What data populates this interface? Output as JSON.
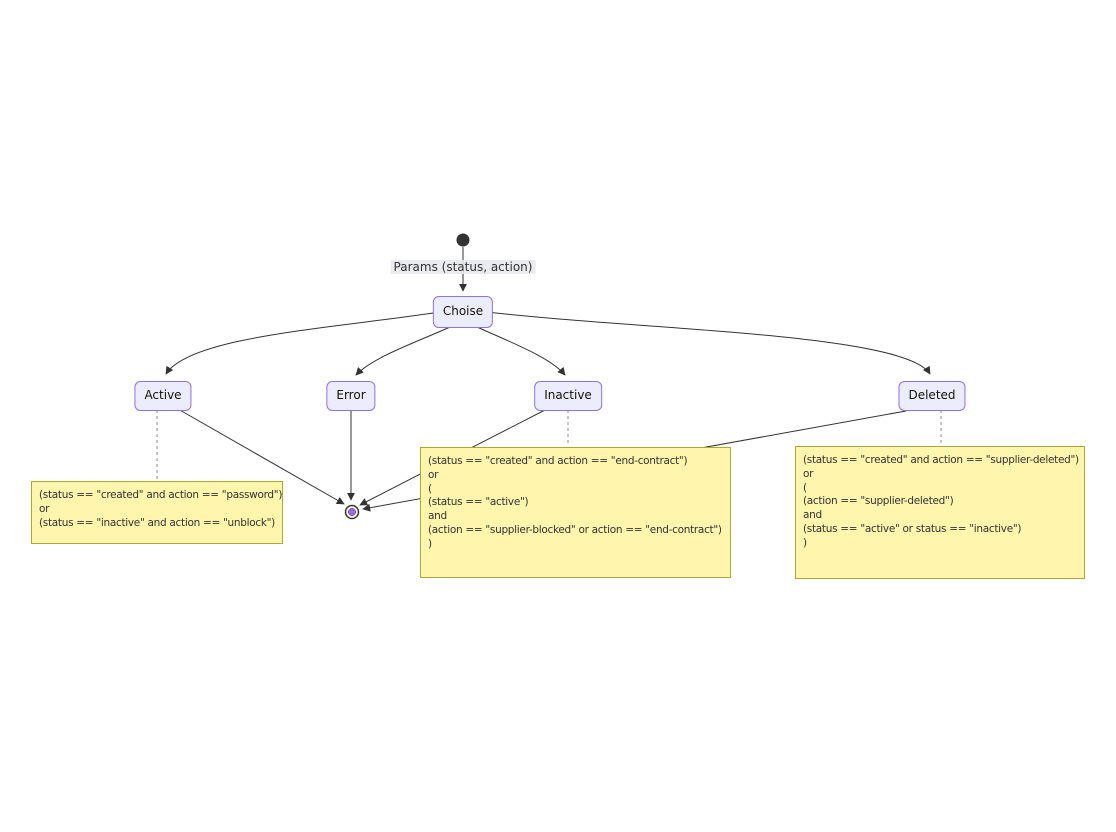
{
  "diagram": {
    "type": "state-diagram",
    "edge_label": "Params (status, action)",
    "nodes": {
      "choise": "Choise",
      "active": "Active",
      "error": "Error",
      "inactive": "Inactive",
      "deleted": "Deleted"
    },
    "notes": {
      "active": [
        "(status == \"created\" and action == \"password\")",
        "or",
        "(status == \"inactive\" and action == \"unblock\")"
      ],
      "inactive": [
        "(status == \"created\" and action == \"end-contract\")",
        "or",
        "(",
        "(status == \"active\")",
        "and",
        "(action == \"supplier-blocked\" or action == \"end-contract\")",
        ")"
      ],
      "deleted": [
        "(status == \"created\" and action == \"supplier-deleted\")",
        "or",
        "(",
        "(action == \"supplier-deleted\")",
        "and",
        "(status == \"active\" or status == \"inactive\")",
        ")"
      ]
    },
    "colors": {
      "state_fill": "#ECECFF",
      "state_border": "#9370DB",
      "note_fill": "#FFF5AD",
      "note_border": "#AAAA33",
      "edge": "#333333",
      "edge_label_bg": "#E8E8F0",
      "start_dot": "#333333",
      "end_inner": "#9370DB"
    }
  }
}
